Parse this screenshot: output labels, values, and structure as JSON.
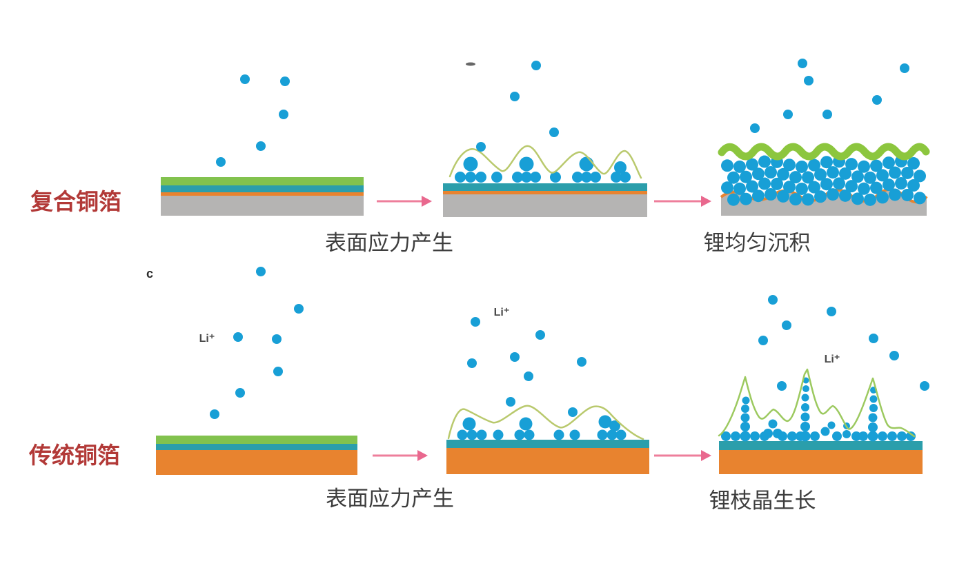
{
  "figure": {
    "panel_letter": "c",
    "li_ion_symbol": "Li⁺"
  },
  "colors": {
    "label_red": "#b23937",
    "caption_gray": "#3d3d3d",
    "ion_blue": "#189fd6",
    "foil_green": "#82c24e",
    "cap_green": "#8cc63e",
    "foil_teal": "#2b9eab",
    "foil_orange": "#e8832f",
    "foil_gray": "#b5b4b3",
    "sei_olive": "#b9c96d",
    "envelope_green": "#9cc95f",
    "arrow_pink": "#ee7e9b",
    "arrow_head": "#e9688e"
  },
  "rows": [
    {
      "label": "复合铜箔",
      "stages": [
        {
          "name": "pristine-composite-foil",
          "ions": [
            [
              355,
              115
            ],
            [
              413,
              118
            ],
            [
              411,
              166
            ],
            [
              378,
              212
            ],
            [
              320,
              235
            ]
          ]
        },
        {
          "name": "surface-stress",
          "caption": "表面应力产生",
          "ions": [
            [
              777,
              95
            ],
            [
              746,
              140
            ],
            [
              803,
              192
            ],
            [
              697,
              213
            ]
          ]
        },
        {
          "name": "uniform-li-deposition",
          "caption": "锂均匀沉积",
          "ions": [
            [
              1163,
              92
            ],
            [
              1172,
              117
            ],
            [
              1142,
              166
            ],
            [
              1199,
              166
            ],
            [
              1094,
              186
            ],
            [
              1271,
              145
            ],
            [
              1311,
              99
            ]
          ]
        }
      ]
    },
    {
      "label": "传统铜箔",
      "stages": [
        {
          "name": "pristine-traditional-foil",
          "ions": [
            [
              378,
              394
            ],
            [
              433,
              448
            ],
            [
              345,
              489
            ],
            [
              401,
              492
            ],
            [
              403,
              539
            ],
            [
              348,
              570
            ],
            [
              311,
              601
            ]
          ]
        },
        {
          "name": "surface-stress",
          "caption": "表面应力产生",
          "ions": [
            [
              689,
              467
            ],
            [
              783,
              486
            ],
            [
              746,
              518
            ],
            [
              684,
              527
            ],
            [
              843,
              525
            ],
            [
              766,
              546
            ],
            [
              740,
              583
            ],
            [
              830,
              598
            ]
          ]
        },
        {
          "name": "li-dendrite-growth",
          "caption": "锂枝晶生长",
          "ions": [
            [
              1120,
              435
            ],
            [
              1140,
              472
            ],
            [
              1205,
              452
            ],
            [
              1106,
              494
            ],
            [
              1266,
              491
            ],
            [
              1296,
              516
            ],
            [
              1133,
              560
            ],
            [
              1340,
              560
            ]
          ]
        }
      ]
    }
  ]
}
